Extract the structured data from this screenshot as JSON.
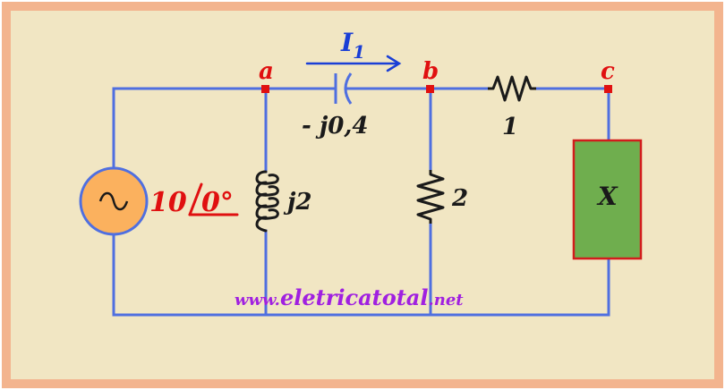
{
  "nodes": {
    "a": "a",
    "b": "b",
    "c": "c"
  },
  "current": {
    "symbol": "I",
    "subscript": "1"
  },
  "components": {
    "capacitor": "- j0,4",
    "inductor": "j2",
    "resistor_shunt": "2",
    "resistor_series": "1",
    "load": "X"
  },
  "source": {
    "magnitude": "10",
    "angle": "0°"
  },
  "watermark": {
    "prefix": "www.",
    "name": "eletricatotal",
    "suffix": ".net"
  },
  "colors": {
    "background": "#f1e6c3",
    "frame": "#f3b48e",
    "wire": "#4f6fe0",
    "node": "#e01010",
    "source_fill": "#fbb15e",
    "load_fill": "#6fae4e",
    "load_border": "#d21c1c",
    "current_arrow": "#1a3fd6",
    "watermark": "#a020e0"
  }
}
